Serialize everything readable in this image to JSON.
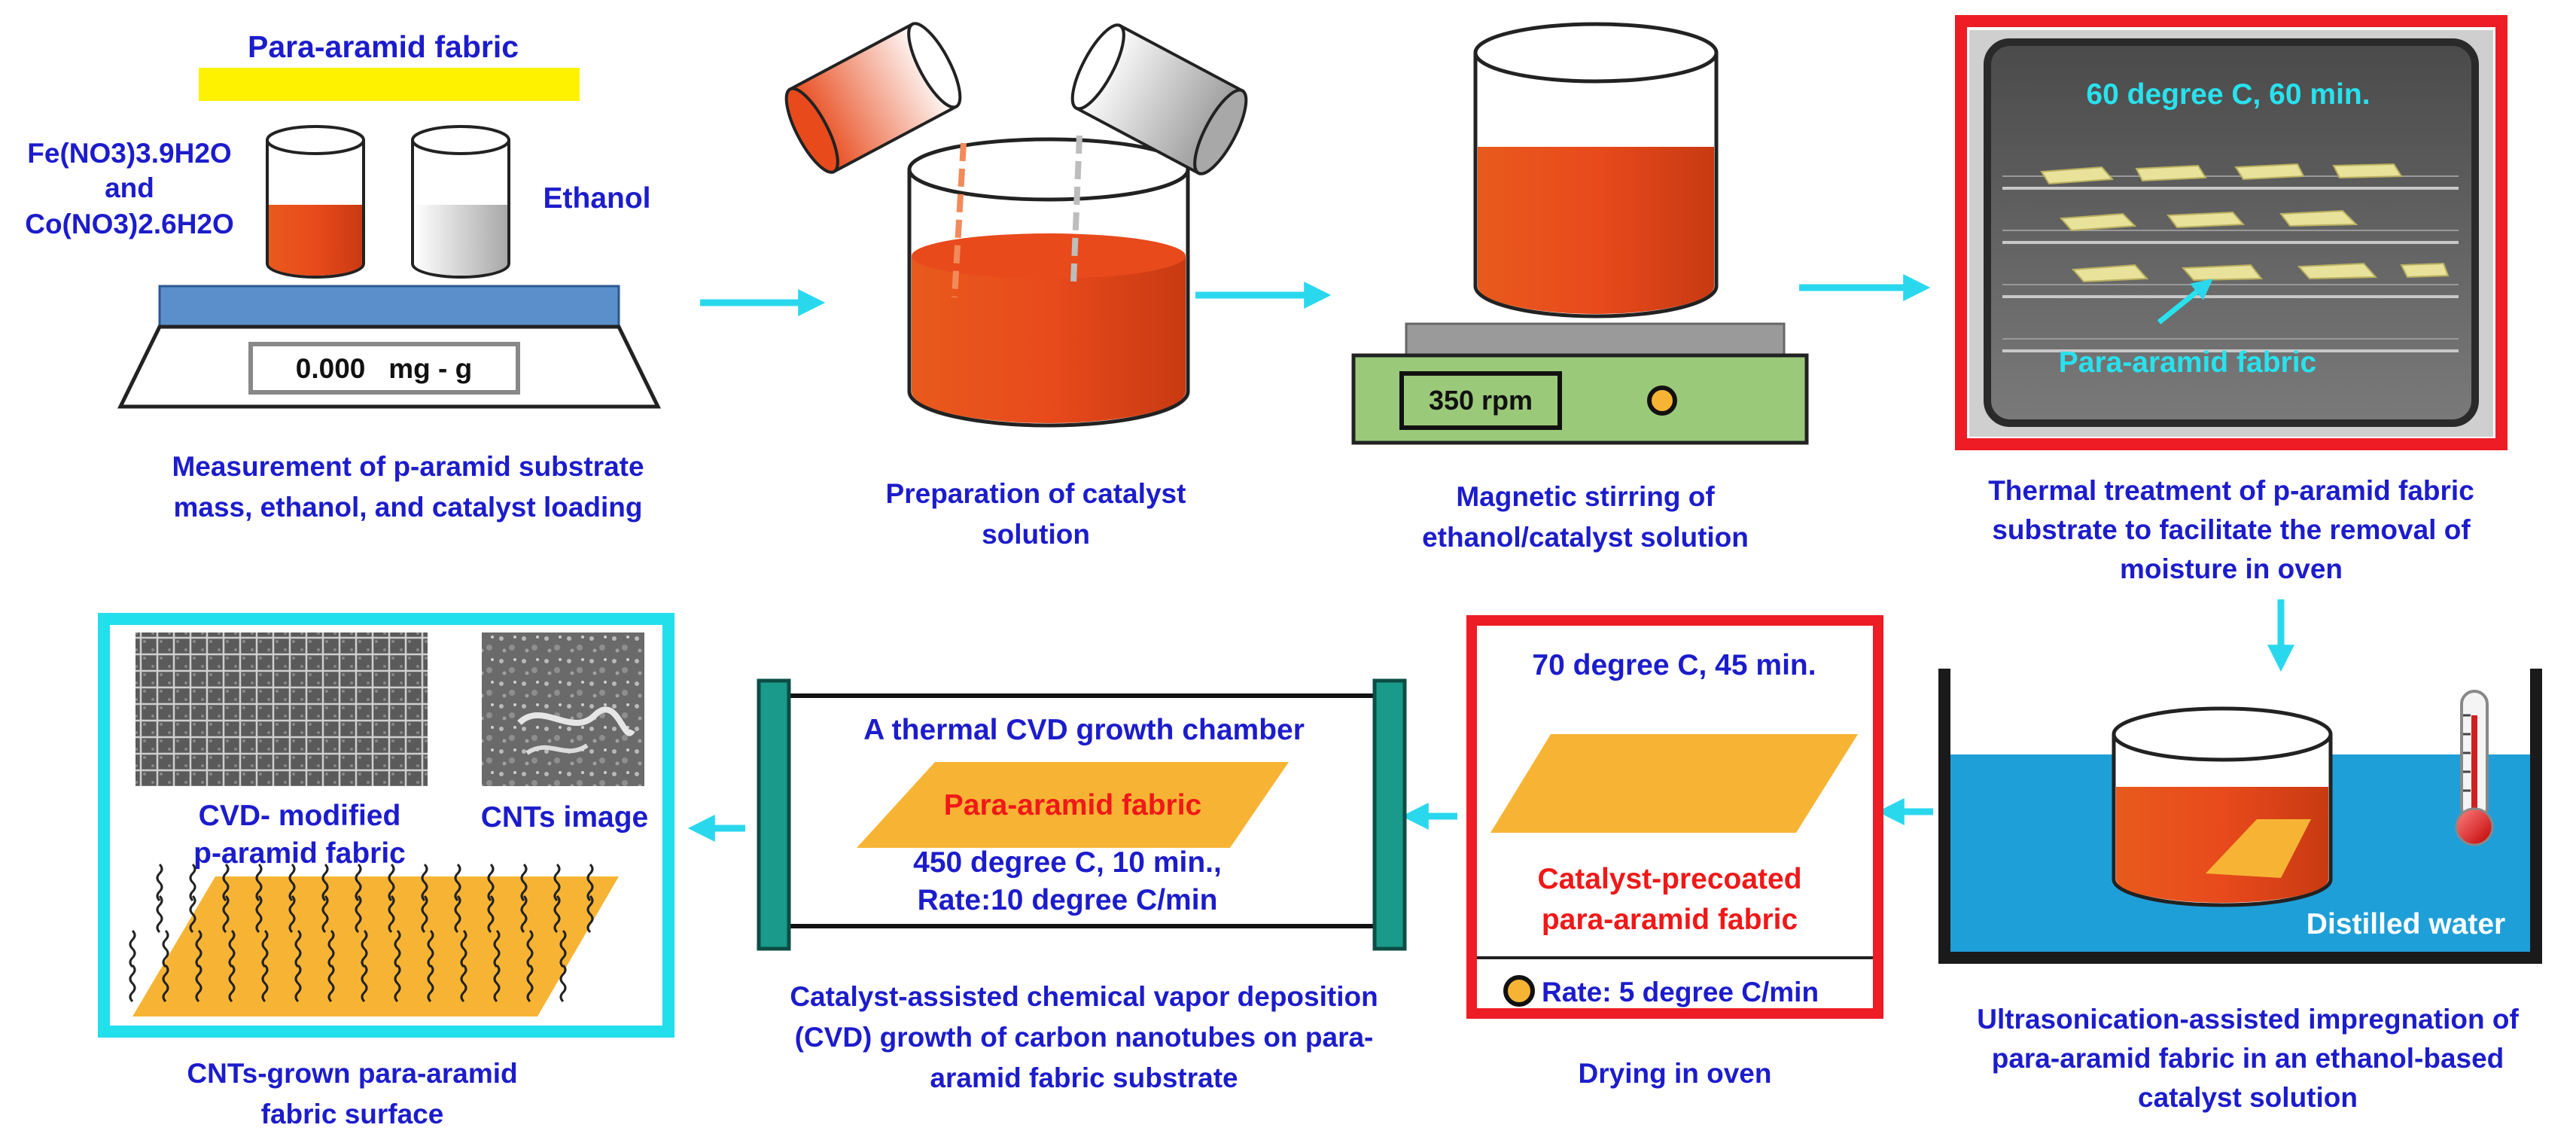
{
  "colors": {
    "label_blue": "#1c1ccc",
    "label_red": "#f01818",
    "label_cyan": "#28e2ee",
    "arrow_cyan": "#2ad8ee",
    "orange_liquid": "#e84a1c",
    "fabric": "#f7b434",
    "highlight_yellow": "#fff200",
    "balance_blue": "#5b8fcc",
    "stirrer_green": "#9bc97a",
    "water_blue": "#1f9fd8",
    "frame_red": "#ee1c24",
    "frame_cyan": "#22dfec",
    "tube_teal": "#1a9a8a"
  },
  "step1": {
    "top_label": "Para-aramid fabric",
    "chem_line1": "Fe(NO3)3.9H2O",
    "chem_and": "and",
    "chem_line2": "Co(NO3)2.6H2O",
    "ethanol": "Ethanol",
    "display": "0.000   mg - g",
    "caption_line1": "Measurement of p-aramid substrate",
    "caption_line2": "mass, ethanol, and catalyst loading"
  },
  "step2": {
    "caption_line1": "Preparation of catalyst",
    "caption_line2": "solution"
  },
  "step3": {
    "display": "350 rpm",
    "caption_line1": "Magnetic stirring of",
    "caption_line2": "ethanol/catalyst solution"
  },
  "step4": {
    "oven_top": "60 degree C, 60 min.",
    "oven_fabric": "Para-aramid fabric",
    "caption_line1": "Thermal treatment of p-aramid fabric",
    "caption_line2": "substrate to facilitate the removal of",
    "caption_line3": "moisture in oven"
  },
  "step5": {
    "water_label": "Distilled water",
    "caption_line1": "Ultrasonication-assisted impregnation of",
    "caption_line2": "para-aramid fabric in an ethanol-based",
    "caption_line3": "catalyst solution"
  },
  "step6": {
    "top": "70 degree C, 45 min.",
    "fabric_line1": "Catalyst-precoated",
    "fabric_line2": "para-aramid fabric",
    "rate": "Rate: 5 degree C/min",
    "caption": "Drying in oven"
  },
  "step7": {
    "chamber_title": "A thermal CVD growth chamber",
    "fabric_label": "Para-aramid fabric",
    "cond_line1": "450 degree C, 10 min.,",
    "cond_line2": "Rate:10 degree C/min",
    "caption_line1": "Catalyst-assisted chemical vapor deposition",
    "caption_line2": "(CVD) growth of carbon nanotubes on para-",
    "caption_line3": "aramid fabric substrate"
  },
  "step8": {
    "fabric_label_line1": "CVD- modified",
    "fabric_label_line2": "p-aramid fabric",
    "cnt_label": "CNTs image",
    "caption_line1": "CNTs-grown para-aramid",
    "caption_line2": "fabric surface"
  }
}
